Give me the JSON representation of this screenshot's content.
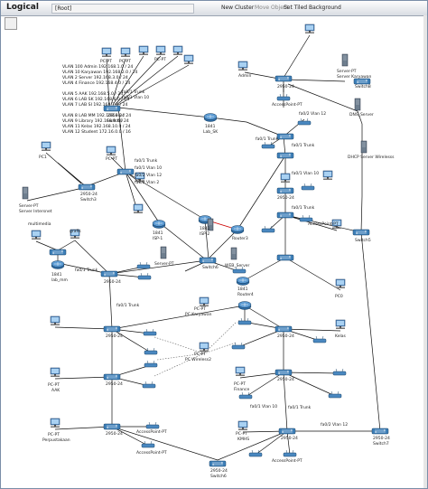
{
  "toolbar": {
    "title": "Logical",
    "breadcrumb": "[Root]",
    "new_cluster": "New Cluster",
    "move_object": "Move Object",
    "tiled_background": "Set Tiled Background"
  },
  "vlan_info": [
    "VLAN 100 Admin  192.168.1.0 / 24",
    "VLAN 10 Karyawan  192.168.2.0 / 24",
    "VLAN 2 Server  192.168.3.0 / 24",
    "VLAN 4 Finance 192.168.4.0 / 24",
    "VLAN 5 AAK  192.168.5.0 / 24",
    "VLAN 6 LAB SK  192.168.6.0 / 24",
    "VLAN 7 LAB SI  192.168.7.0 / 24",
    "VLAN 8 LAB MM  192.168.8.0 / 24",
    "VLAN 9 Library  192.168.9.0 / 24",
    "VLAN 11 Kelas  192.168.10.0 / 24",
    "VLAN 12 Student  172.16.0.0 / 16"
  ],
  "labels": {
    "pc_pt": "PC-PT",
    "switch_model": "2950-24",
    "router_model": "1841",
    "server_pt": "Server-PT",
    "access_point": "AccessPoint-PT",
    "switch0": "Switch0",
    "switch3": "Switch3",
    "switch5": "Switch5",
    "switch6": "Switch6",
    "switch7": "Switch7",
    "switch8": "Switch8",
    "lab_sk": "Lab_SK",
    "lab_mm": "lab_mm",
    "isp1": "ISP-1",
    "isp2": "ISP-2",
    "router3": "Router3",
    "router4": "Router4",
    "pc1": "PC1",
    "pc0": "PC0",
    "pc_kary": "PC Karyawan",
    "pc_wireless": "PC Wireless2",
    "dns": "DNS_Server",
    "dhcp": "DHCP Server Wirelesss",
    "server_karyawan": "Server Karyawan",
    "web_server": "WEB_Server",
    "server_intern": "Server Intersnet",
    "finance": "Finance",
    "kelas": "Kelas",
    "aak": "AAK",
    "kmhs": "KMHS",
    "perpus": "Perpustakaan",
    "admin": "Admin",
    "grafis": "grafis",
    "multimedia": "multimedia",
    "trunk": "fa0/1 Trunk",
    "vlan10": "fa0/1 Vlan 10",
    "vlan12": "fa0/2 Vlan 12",
    "vlan2": "fa0/2 Vlan 2"
  }
}
